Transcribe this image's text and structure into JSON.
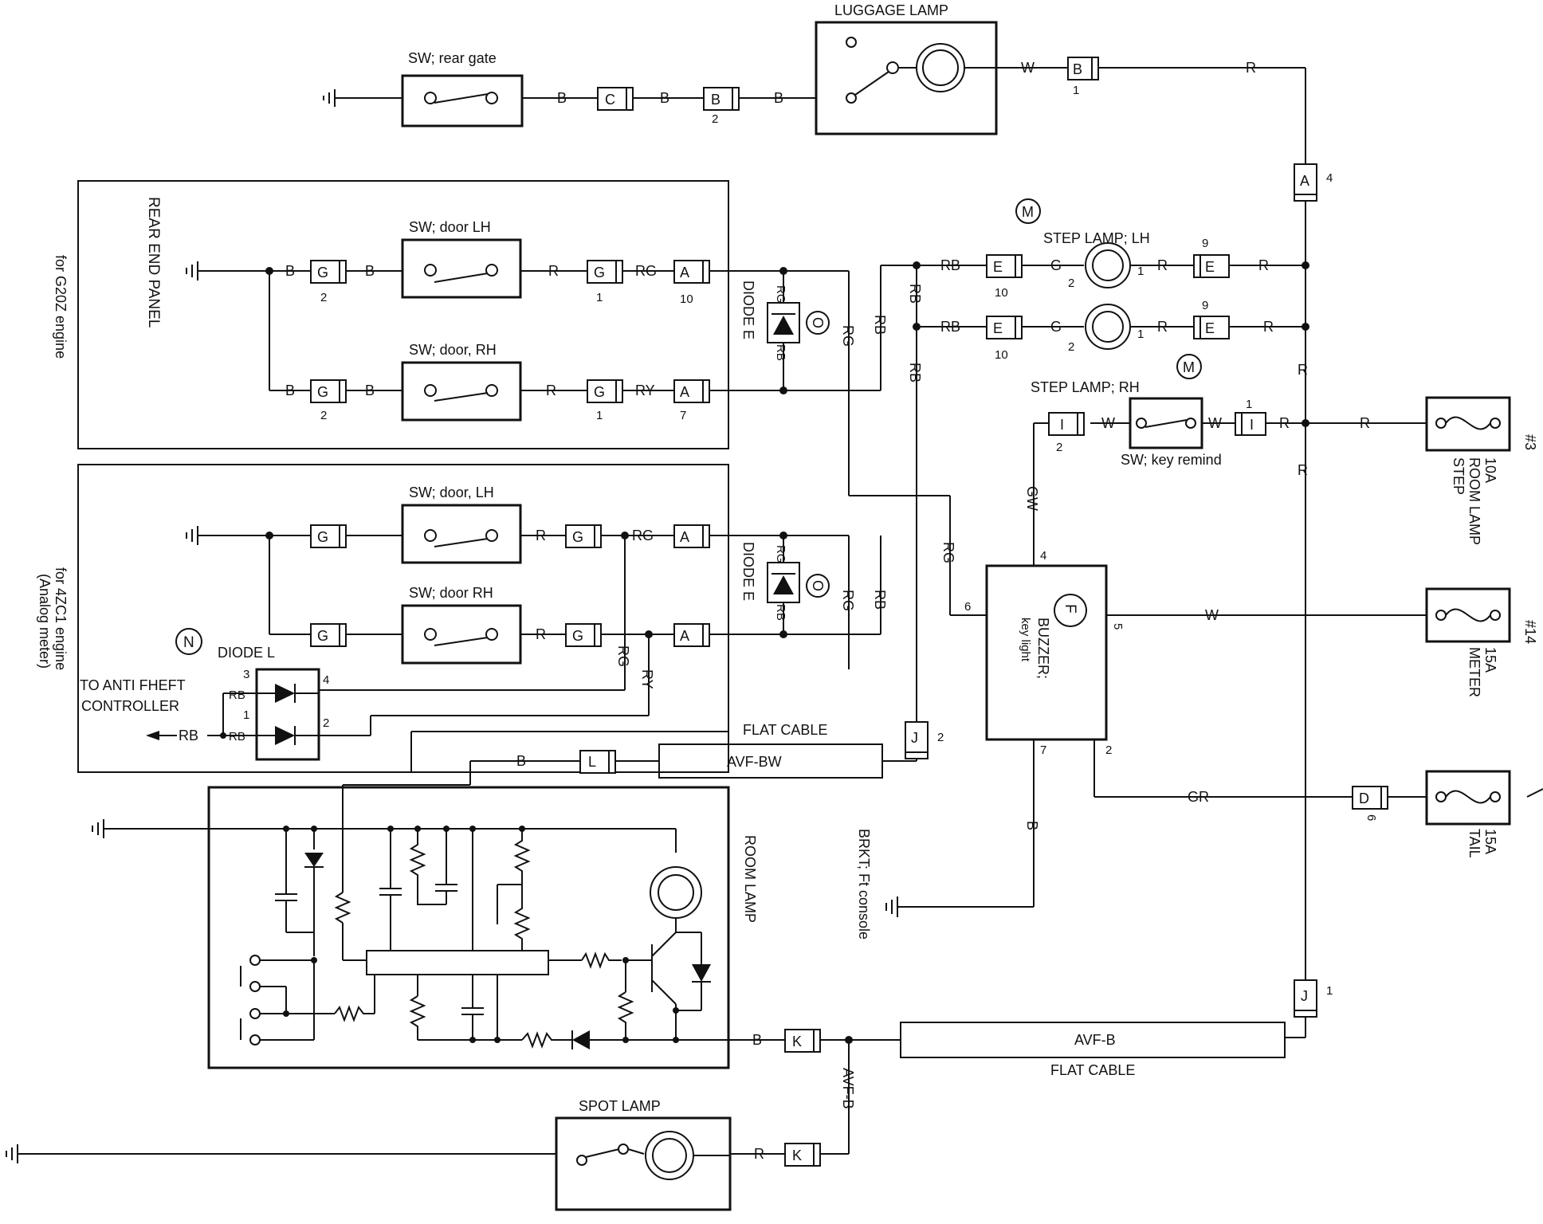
{
  "components": {
    "luggage_lamp": "LUGGAGE LAMP",
    "sw_rear_gate": "SW; rear gate",
    "sw_door_lh_1": "SW; door LH",
    "sw_door_rh_1": "SW; door, RH",
    "sw_door_lh_2": "SW; door, LH",
    "sw_door_rh_2": "SW; door RH",
    "step_lamp_lh": "STEP LAMP; LH",
    "step_lamp_rh": "STEP LAMP; RH",
    "sw_key_remind": "SW; key remind",
    "buzzer": "BUZZER;",
    "key_light": "key light",
    "diode_e_1": "DIODE E",
    "diode_e_2": "DIODE E",
    "diode_l": "DIODE L",
    "room_lamp": "ROOM LAMP",
    "spot_lamp": "SPOT LAMP",
    "flat_cable_1": "FLAT CABLE",
    "flat_cable_2": "FLAT CABLE",
    "avf_bw": "AVF-BW",
    "avf_b_1": "AVF-B",
    "avf_b_2": "AVF-B",
    "rear_end_panel": "REAR END PANEL",
    "brkt": "BRKT; Ft console",
    "anti_theft_1": "TO ANTI FHEFT",
    "anti_theft_2": "CONTROLLER"
  },
  "panels": {
    "g20z": "for G20Z engine",
    "z4c1_1": "for 4ZC1 engine",
    "z4c1_2": "(Analog meter)"
  },
  "fuses": [
    {
      "amps": "10A",
      "line1": "ROOM LAMP",
      "line2": "STEP",
      "num": "#3"
    },
    {
      "amps": "15A",
      "line1": "METER",
      "line2": "",
      "num": "#14"
    },
    {
      "amps": "15A",
      "line1": "TAIL",
      "line2": "",
      "num": ""
    }
  ],
  "marks": {
    "M": "M",
    "O": "O",
    "N": "N",
    "F": "F"
  },
  "connectors": {
    "A": "A",
    "B": "B",
    "C": "C",
    "D": "D",
    "E": "E",
    "G": "G",
    "I": "I",
    "J": "J",
    "K": "K",
    "L": "L"
  },
  "wires": {
    "B": "B",
    "W": "W",
    "R": "R",
    "G": "G",
    "RG": "RG",
    "RB": "RB",
    "RY": "RY",
    "GW": "GW",
    "GR": "GR"
  },
  "pins": {
    "p1": "1",
    "p2": "2",
    "p3": "3",
    "p4": "4",
    "p5": "5",
    "p6": "6",
    "p7": "7",
    "p9": "9",
    "p10": "10"
  }
}
